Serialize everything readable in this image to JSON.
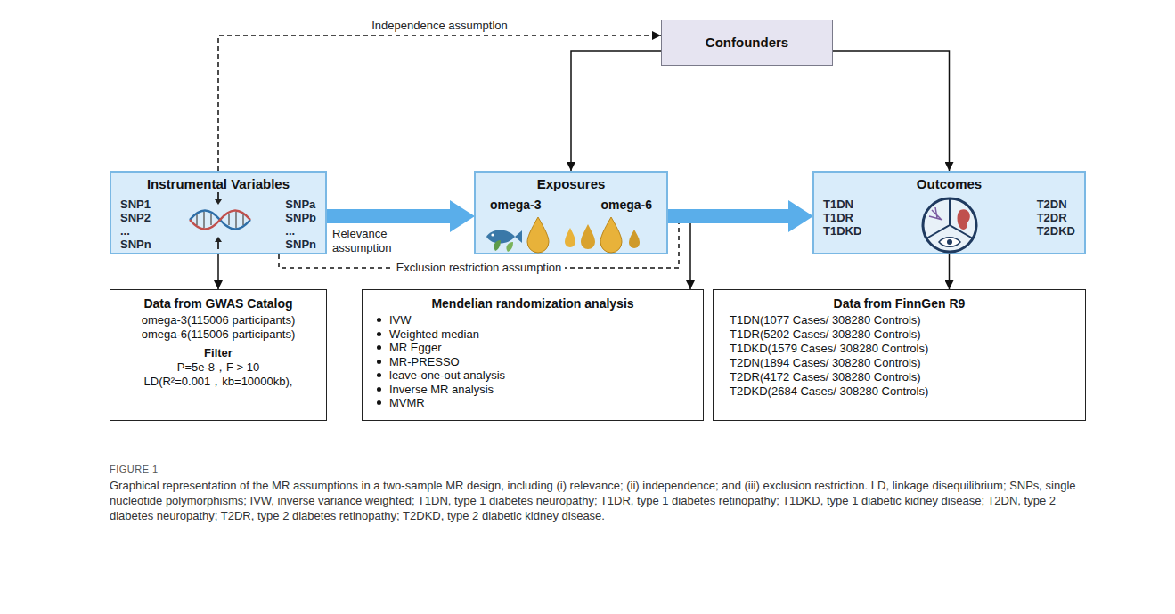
{
  "diagram": {
    "caption": "Graphical representation of the MR assumptions in a two-sample MR design, including (i) relevance; (ii) independence; and (iii) exclusion restriction. LD, linkage disequilibrium; SNPs, single nucleotide polymorphisms; IVW, inverse variance weighted; T1DN, type 1 diabetes neuropathy; T1DR, type 1 diabetes retinopathy; T1DKD, type 1 diabetic kidney disease; T2DN, type 2 diabetes neuropathy; T2DR, type 2 diabetes retinopathy; T2DKD, type 2 diabetic kidney disease.",
    "nodes": [
      {
        "text": [
          "Instrumental Variables",
          "SNP1 SNP2 ... SNPn",
          "SNPa SNPb ... SNPn"
        ]
      },
      {
        "text": [
          "Confounders"
        ]
      },
      {
        "text": [
          "Exposures",
          "omega-3",
          "omega-6"
        ]
      },
      {
        "text": [
          "Outcomes",
          "T1DN T1DR T1DKD",
          "T2DN T2DR T2DKD"
        ]
      },
      {
        "text": [
          "Data from GWAS Catalog",
          "omega-3(115006 participants)",
          "omega-6(115006 participants)",
          "Filter",
          "P=5e-8，F > 10",
          "LD(R²=0.001，kb=10000kb),"
        ]
      },
      {
        "text": [
          "Mendelian randomization analysis",
          "IVW",
          "Weighted median",
          "MR Egger",
          "MR-PRESSO",
          "leave-one-out analysis",
          "Inverse MR analysis",
          "MVMR"
        ]
      },
      {
        "text": [
          "Data from FinnGen R9",
          "T1DN(1077 Cases/ 308280 Controls)",
          "T1DR(5202 Cases/ 308280 Controls)",
          "T1DKD(1579 Cases/ 308280 Controls)",
          "T2DN(1894 Cases/ 308280 Controls)",
          "T2DR(4172 Cases/ 308280 Controls)",
          "T2DKD(2684 Cases/ 308280 Controls)"
        ]
      }
    ],
    "edges": [
      {
        "from": 0,
        "to": 2,
        "arrow": "to",
        "label": "Relevance assumption"
      },
      {
        "from": 2,
        "to": 3,
        "arrow": "to"
      },
      {
        "from": 1,
        "to": 2,
        "arrow": "to"
      },
      {
        "from": 1,
        "to": 3,
        "arrow": "to"
      },
      {
        "from": 0,
        "to": 1,
        "arrow": "to",
        "label": "Independence assumptlon"
      },
      {
        "from": 0,
        "to": 3,
        "arrow": "none",
        "label": "Exclusion restriction assumption"
      },
      {
        "from": 0,
        "to": 4,
        "arrow": "to"
      },
      {
        "from": 2,
        "to": 5,
        "arrow": "to"
      },
      {
        "from": 3,
        "to": 6,
        "arrow": "to"
      }
    ],
    "labels": [
      "FIGURE 1"
    ]
  }
}
